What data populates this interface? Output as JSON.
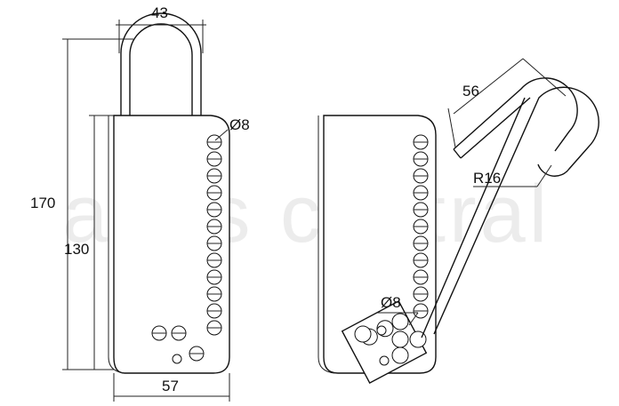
{
  "watermark": "abus central",
  "dimensions": {
    "shackle_width": "43",
    "hole_diameter_top": "Ø8",
    "overall_height": "170",
    "body_height": "130",
    "body_width": "57",
    "hook_length": "56",
    "hook_radius": "R16",
    "hole_diameter_plate": "Ø8"
  }
}
